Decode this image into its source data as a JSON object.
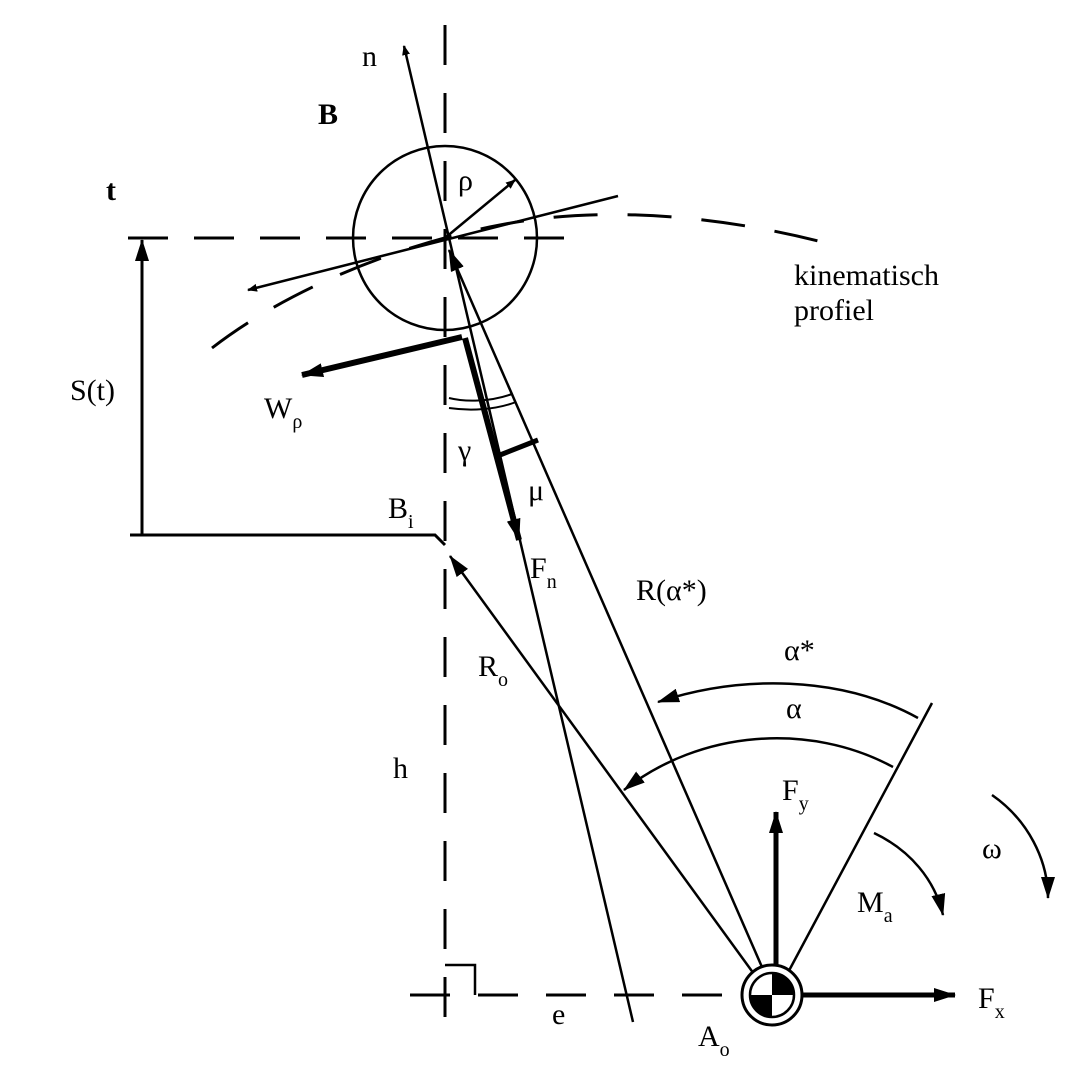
{
  "labels": {
    "n": "n",
    "B": "B",
    "t": "t",
    "rho": "ρ",
    "kinematic_line1": "kinematisch",
    "kinematic_line2": "profiel",
    "S": "S(t)",
    "W": "W",
    "W_sub": "ρ",
    "gamma": "γ",
    "mu": "μ",
    "Bi": "B",
    "Bi_sub": "i",
    "Fn": "F",
    "Fn_sub": "n",
    "R_alpha": "R(α*)",
    "alpha_star": "α*",
    "alpha": "α",
    "Ro": "R",
    "Ro_sub": "o",
    "h": "h",
    "Fy": "F",
    "Fy_sub": "y",
    "omega": "ω",
    "Ma": "M",
    "Ma_sub": "a",
    "Fx": "F",
    "Fx_sub": "x",
    "e": "e",
    "Ao": "A",
    "Ao_sub": "o"
  }
}
